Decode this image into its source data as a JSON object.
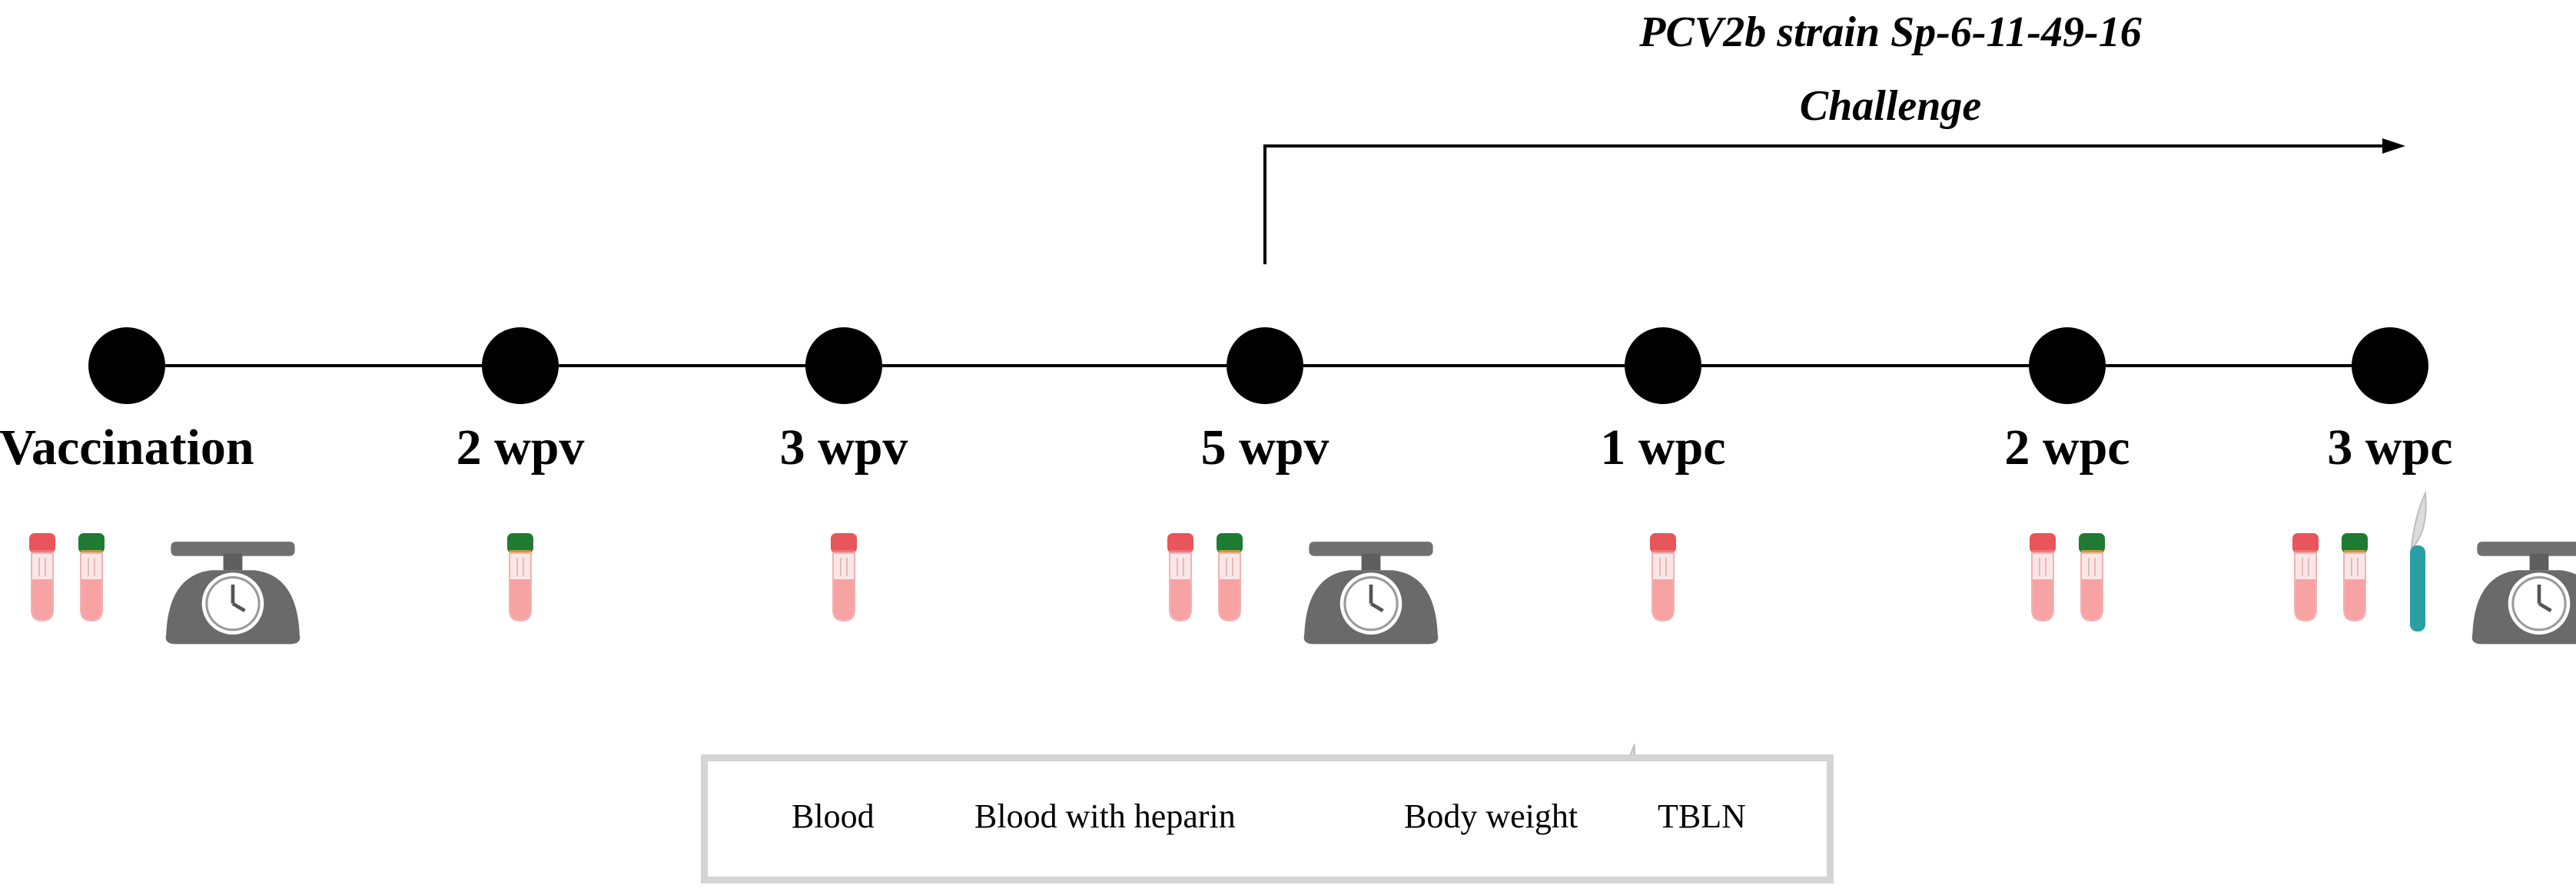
{
  "challenge": {
    "line1": "PCV2b strain Sp-6-11-49-16",
    "line2": "Challenge"
  },
  "timepoints": [
    {
      "label": "Vaccination",
      "samples": [
        "blood",
        "blood-heparin",
        "body-weight"
      ]
    },
    {
      "label": "2 wpv",
      "samples": [
        "blood-heparin"
      ]
    },
    {
      "label": "3 wpv",
      "samples": [
        "blood"
      ]
    },
    {
      "label": "5 wpv",
      "samples": [
        "blood",
        "blood-heparin",
        "body-weight"
      ]
    },
    {
      "label": "1 wpc",
      "samples": [
        "blood"
      ]
    },
    {
      "label": "2 wpc",
      "samples": [
        "blood",
        "blood-heparin"
      ]
    },
    {
      "label": "3 wpc",
      "samples": [
        "blood",
        "blood-heparin",
        "tbln",
        "body-weight"
      ]
    }
  ],
  "legend": {
    "blood": "Blood",
    "blood_heparin": "Blood with heparin",
    "body_weight": "Body weight",
    "tbln": "TBLN"
  },
  "icons": {
    "blood": "blood-tube-icon",
    "blood-heparin": "heparin-tube-icon",
    "body-weight": "scale-icon",
    "tbln": "scalpel-icon"
  },
  "colors": {
    "blood_cap": "#e8555a",
    "heparin_cap": "#1f7a32",
    "tube_fill": "#f7a3a4",
    "scale": "#6a6a6a",
    "scalpel": "#2a9fa6",
    "legend_border": "#d4d4d4"
  }
}
